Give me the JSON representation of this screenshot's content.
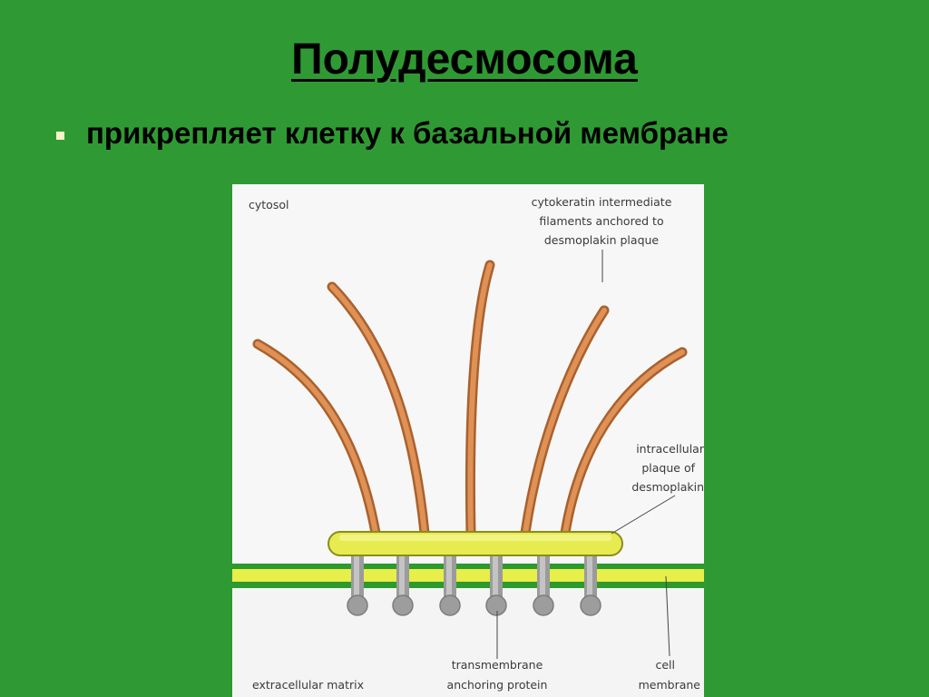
{
  "slide": {
    "title": "Полудесмосома",
    "bullet": "прикрепляет клетку к базальной мембране"
  },
  "diagram": {
    "labels": {
      "cytosol": "cytosol",
      "filaments": [
        "cytokeratin intermediate",
        "filaments anchored to",
        "desmoplakin plaque"
      ],
      "plaque": [
        "intracellular",
        "plaque of",
        "desmoplakin"
      ],
      "matrix": "extracellular matrix",
      "protein": [
        "transmembrane",
        "anchoring protein"
      ],
      "membrane": [
        "cell",
        "membrane"
      ]
    },
    "colors": {
      "background": "#2f9a33",
      "filament": "#d98a4a",
      "plaque": "#e6ec50",
      "membrane_line": "#2c9a2c",
      "protein": "#a9a9a9"
    }
  }
}
